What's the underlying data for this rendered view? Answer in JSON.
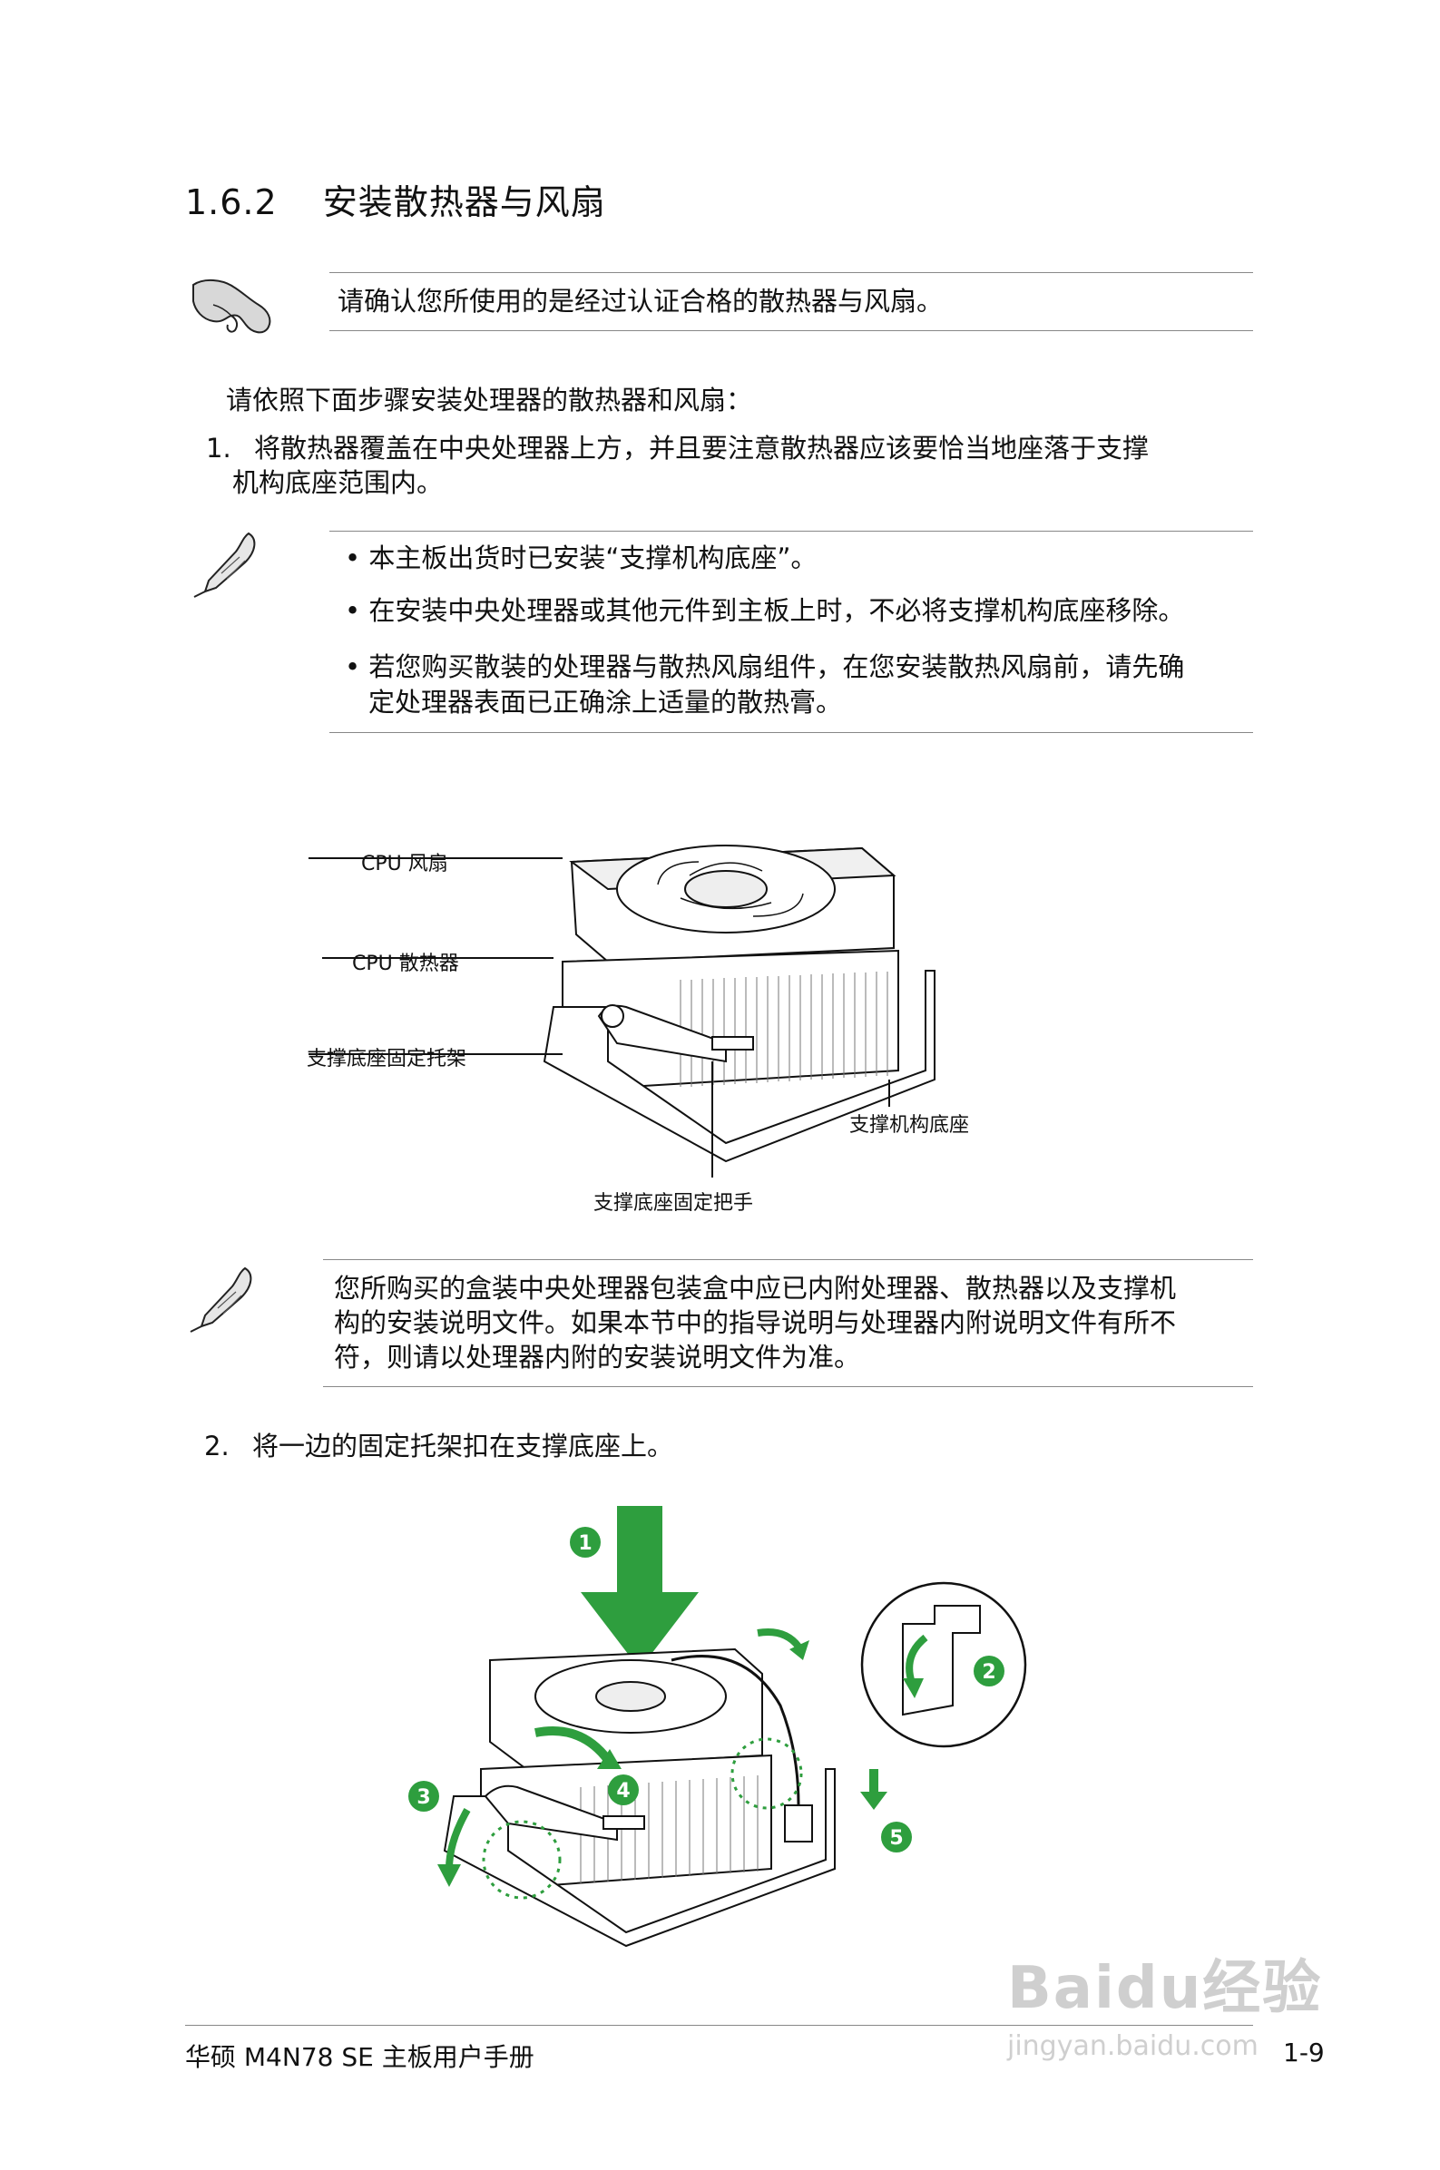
{
  "section": {
    "number": "1.6.2",
    "title": "安装散热器与风扇"
  },
  "warning_note": "请确认您所使用的是经过认证合格的散热器与风扇。",
  "intro": "请依照下面步骤安装处理器的散热器和风扇：",
  "steps": [
    {
      "number": "1.",
      "text_line1": "将散热器覆盖在中央处理器上方，并且要注意散热器应该要恰当地座落于支撑",
      "text_line2": "机构底座范围内。"
    },
    {
      "number": "2.",
      "text": "将一边的固定托架扣在支撑底座上。"
    }
  ],
  "notes1": [
    "• 本主板出货时已安装“支撑机构底座”。",
    "• 在安装中央处理器或其他元件到主板上时，不必将支撑机构底座移除。",
    "• 若您购买散装的处理器与散热风扇组件，在您安装散热风扇前，请先确",
    "定处理器表面已正确涂上适量的散热膏。"
  ],
  "diagram1_labels": {
    "cpu_fan": "CPU 风扇",
    "cpu_heatsink": "CPU 散热器",
    "retention_bracket": "支撑底座固定托架",
    "retention_base": "支撑机构底座",
    "retention_lever": "支撑底座固定把手"
  },
  "notes2": [
    "您所购买的盒装中央处理器包装盒中应已内附处理器、散热器以及支撑机",
    "构的安装说明文件。如果本节中的指导说明与处理器内附说明文件有所不",
    "符，则请以处理器内附的安装说明文件为准。"
  ],
  "diagram2_steps": [
    "1",
    "2",
    "3",
    "4",
    "5"
  ],
  "footer": {
    "left": "华硕 M4N78 SE 主板用户手册",
    "right": "1-9"
  },
  "watermark": {
    "brand": "Baidu经验",
    "url": "jingyan.baidu.com"
  },
  "colors": {
    "accent_green": "#2e9e3e",
    "rule_gray": "#888888"
  }
}
